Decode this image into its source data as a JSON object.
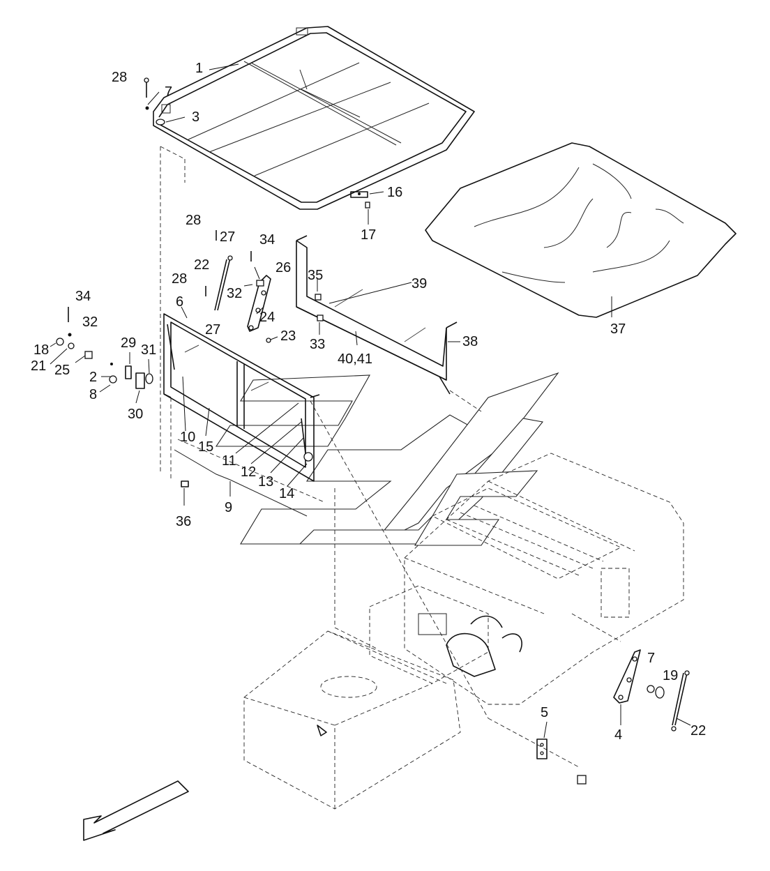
{
  "diagram": {
    "callouts": {
      "c1": "1",
      "c2": "2",
      "c3": "3",
      "c4": "4",
      "c5": "5",
      "c6": "6",
      "c7a": "7",
      "c7b": "7",
      "c8": "8",
      "c9": "9",
      "c10": "10",
      "c11": "11",
      "c12": "12",
      "c13": "13",
      "c14": "14",
      "c15": "15",
      "c16": "16",
      "c17": "17",
      "c18": "18",
      "c19": "19",
      "c21": "21",
      "c22a": "22",
      "c22b": "22",
      "c23": "23",
      "c24": "24",
      "c25": "25",
      "c26": "26",
      "c27a": "27",
      "c27b": "27",
      "c28a": "28",
      "c28b": "28",
      "c28c": "28",
      "c29": "29",
      "c30": "30",
      "c31": "31",
      "c32a": "32",
      "c32b": "32",
      "c33": "33",
      "c34a": "34",
      "c34b": "34",
      "c35": "35",
      "c36": "36",
      "c37": "37",
      "c38": "38",
      "c39": "39",
      "c4041": "40,41"
    }
  }
}
